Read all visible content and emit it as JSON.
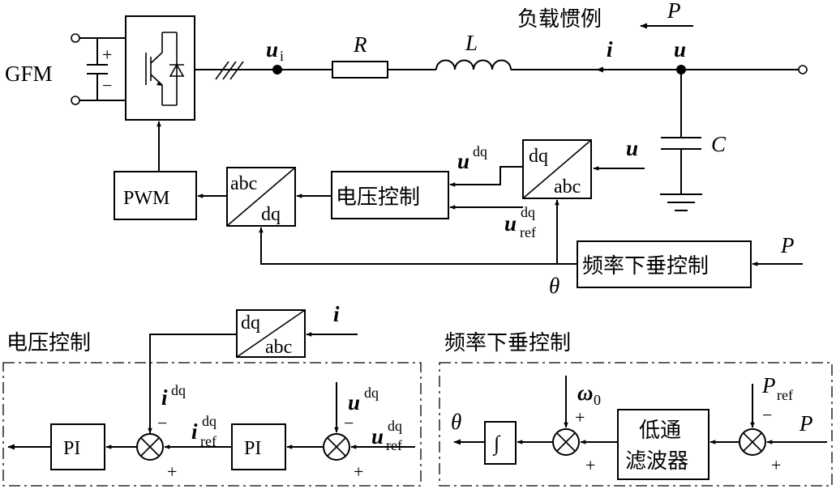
{
  "labels": {
    "gfm": "GFM",
    "plus": "+",
    "minus": "−",
    "ui_main": "u",
    "ui_sub": "i",
    "r": "R",
    "l": "L",
    "c": "C",
    "i": "i",
    "u": "u",
    "p": "P",
    "load_inertia": "负载惯例",
    "pwm": "PWM",
    "abc": "abc",
    "dq": "dq",
    "voltage_control": "电压控制",
    "freq_droop": "频率下垂控制",
    "udq_main": "u",
    "dq_sup": "dq",
    "ref_sub": "ref",
    "theta": "θ",
    "idq_main": "i",
    "pi": "PI",
    "omega0_main": "ω",
    "omega0_sub": "0",
    "pref_main": "P",
    "integral": "∫",
    "lowpass_line1": "低通",
    "lowpass_line2": "滤波器"
  }
}
